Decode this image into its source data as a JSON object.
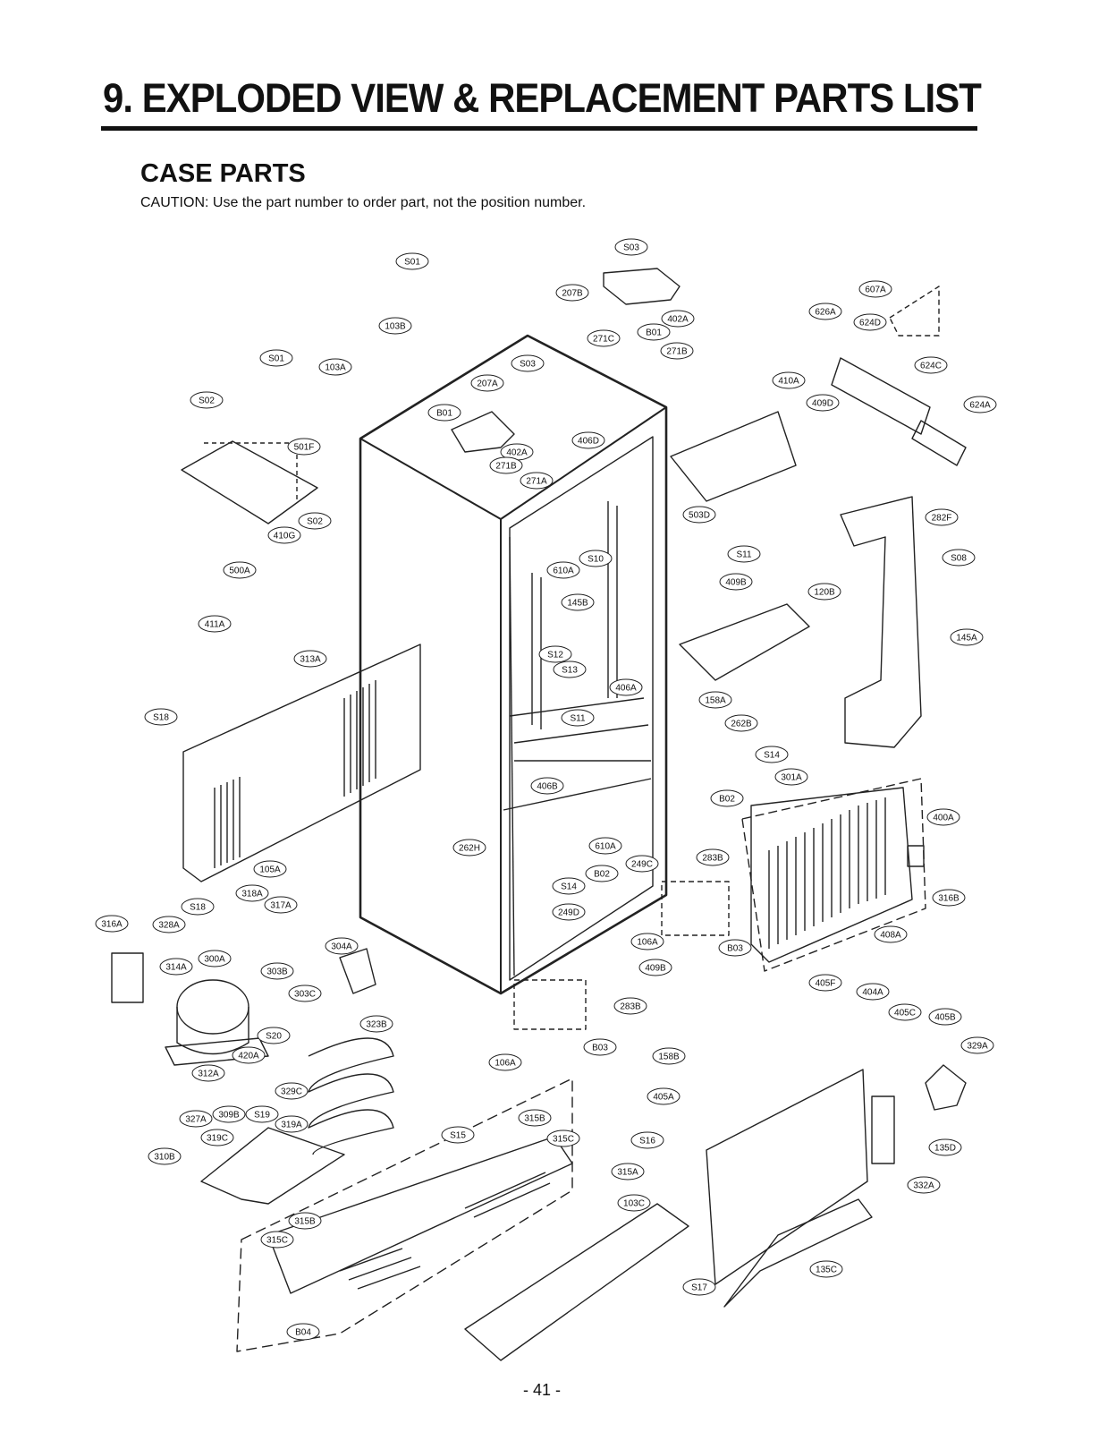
{
  "header": {
    "title": "9. EXPLODED VIEW & REPLACEMENT PARTS LIST",
    "subtitle": "CASE PARTS",
    "caution": "CAUTION: Use the part number to order part, not the position number."
  },
  "footer": {
    "page_number": "- 41 -"
  },
  "callouts": [
    "S03",
    "S01",
    "207B",
    "607A",
    "402A",
    "626A",
    "103B",
    "B01",
    "624D",
    "271C",
    "271B",
    "S01",
    "103A",
    "S03",
    "207A",
    "410A",
    "624C",
    "S02",
    "B01",
    "409D",
    "624A",
    "406D",
    "501F",
    "402A",
    "271B",
    "271A",
    "503D",
    "S02",
    "282F",
    "410G",
    "S11",
    "S08",
    "500A",
    "S10",
    "610A",
    "409B",
    "120B",
    "145B",
    "411A",
    "145A",
    "313A",
    "S12",
    "S13",
    "406A",
    "158A",
    "S18",
    "S11",
    "262B",
    "S14",
    "406B",
    "301A",
    "B02",
    "400A",
    "262H",
    "610A",
    "249C",
    "283B",
    "B02",
    "105A",
    "S14",
    "318A",
    "S18",
    "317A",
    "316B",
    "249D",
    "316A",
    "328A",
    "408A",
    "106A",
    "304A",
    "B03",
    "300A",
    "314A",
    "303B",
    "409B",
    "405F",
    "404A",
    "303C",
    "283B",
    "405C",
    "405B",
    "323B",
    "S20",
    "B03",
    "329A",
    "420A",
    "106A",
    "158B",
    "312A",
    "329C",
    "405A",
    "315B",
    "327A",
    "309B",
    "S19",
    "319A",
    "S15",
    "315C",
    "S16",
    "319C",
    "135D",
    "310B",
    "315A",
    "332A",
    "103C",
    "315B",
    "315C",
    "135C",
    "S17",
    "B04"
  ]
}
